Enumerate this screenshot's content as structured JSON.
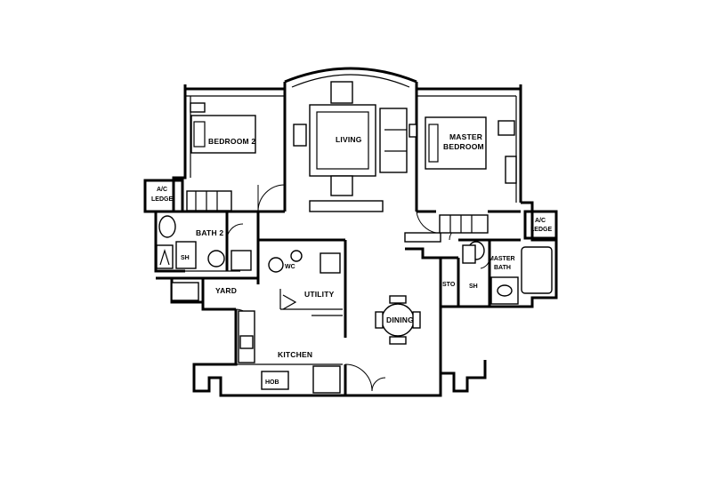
{
  "rooms": {
    "living": "LIVING",
    "master_bedroom_line1": "MASTER",
    "master_bedroom_line2": "BEDROOM",
    "bedroom2": "BEDROOM 2",
    "ac_ledge_left_line1": "A/C",
    "ac_ledge_left_line2": "LEDGE",
    "ac_ledge_right_line1": "A/C",
    "ac_ledge_right_line2": "LEDGE",
    "bath2": "BATH 2",
    "shower_left": "SH",
    "wc": "WC",
    "yard": "YARD",
    "utility": "UTILITY",
    "kitchen": "KITCHEN",
    "hob": "HOB",
    "dining": "DINING",
    "store": "STO",
    "master_bath_line1": "MASTER",
    "master_bath_line2": "BATH",
    "shower_right": "SH"
  }
}
